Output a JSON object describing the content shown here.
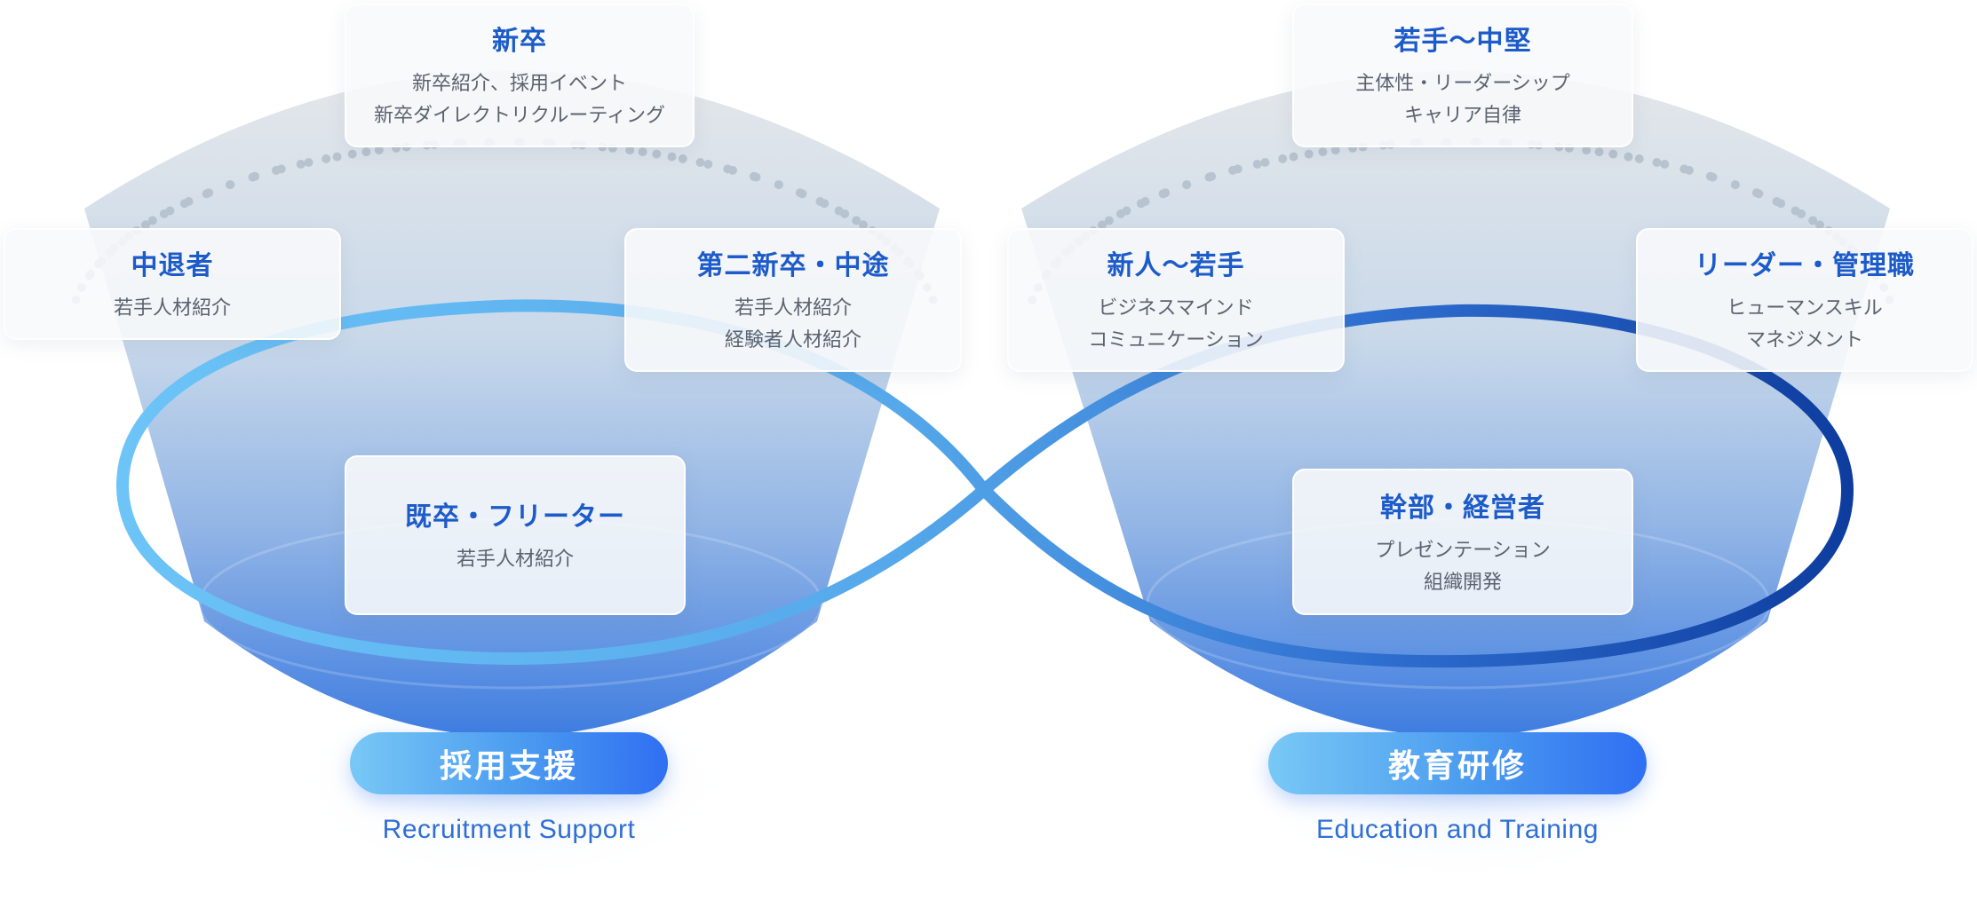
{
  "colors": {
    "accent_dark": "#1c5bc9",
    "accent_light": "#6cc4f7",
    "loop_dark": "#0d3c9e",
    "funnel_bottom": "#3f7de0",
    "funnel_top": "#e4e7ea",
    "text_gray": "#5b6370"
  },
  "recruitment": {
    "label": "採用支援",
    "label_en": "Recruitment Support",
    "cards": [
      {
        "title": "新卒",
        "lines": [
          "新卒紹介、採用イベント",
          "新卒ダイレクトリクルーティング"
        ]
      },
      {
        "title": "中退者",
        "lines": [
          "若手人材紹介"
        ]
      },
      {
        "title": "第二新卒・中途",
        "lines": [
          "若手人材紹介",
          "経験者人材紹介"
        ]
      },
      {
        "title": "既卒・フリーター",
        "lines": [
          "若手人材紹介"
        ]
      }
    ]
  },
  "training": {
    "label": "教育研修",
    "label_en": "Education and Training",
    "cards": [
      {
        "title": "若手〜中堅",
        "lines": [
          "主体性・リーダーシップ",
          "キャリア自律"
        ]
      },
      {
        "title": "新人〜若手",
        "lines": [
          "ビジネスマインド",
          "コミュニケーション"
        ]
      },
      {
        "title": "リーダー・管理職",
        "lines": [
          "ヒューマンスキル",
          "マネジメント"
        ]
      },
      {
        "title": "幹部・経営者",
        "lines": [
          "プレゼンテーション",
          "組織開発"
        ]
      }
    ]
  }
}
